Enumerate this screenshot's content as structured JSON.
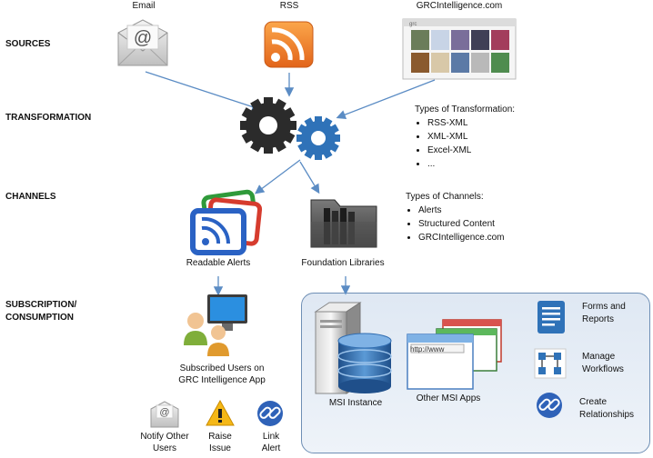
{
  "stages": {
    "sources": "SOURCES",
    "transformation": "TRANSFORMATION",
    "channels": "CHANNELS",
    "subscription_line1": "SUBSCRIPTION/",
    "subscription_line2": "CONSUMPTION"
  },
  "sources": {
    "email": "Email",
    "rss": "RSS",
    "website": "GRCIntelligence.com"
  },
  "transformation_types": {
    "title": "Types of Transformation:",
    "items": [
      "RSS-XML",
      "XML-XML",
      "Excel-XML",
      "..."
    ]
  },
  "channel_types": {
    "title": "Types of Channels:",
    "items": [
      "Alerts",
      "Structured Content",
      "GRCIntelligence.com"
    ]
  },
  "channels": {
    "readable_alerts": "Readable Alerts",
    "foundation_libraries": "Foundation Libraries"
  },
  "consumption": {
    "subscribed_line1": "Subscribed Users on",
    "subscribed_line2": "GRC Intelligence App",
    "actions": [
      {
        "line1": "Notify Other",
        "line2": "Users"
      },
      {
        "line1": "Raise",
        "line2": "Issue"
      },
      {
        "line1": "Link",
        "line2": "Alert"
      }
    ],
    "msi_instance": "MSI Instance",
    "other_msi_apps": "Other MSI Apps",
    "browser_url": "http://www",
    "features": [
      {
        "line1": "Forms and",
        "line2": "Reports"
      },
      {
        "line1": "Manage",
        "line2": "Workflows"
      },
      {
        "line1": "Create",
        "line2": "Relationships"
      }
    ]
  },
  "colors": {
    "arrow": "#5b8cc4",
    "gear_dark": "#2b2b2b",
    "gear_blue": "#2f72b8",
    "rss_orange": "#f07e2a",
    "box_border": "#6f8fb5"
  },
  "icons": [
    "email-icon",
    "rss-icon",
    "website-thumbnail",
    "gear-icon",
    "alerts-icon",
    "library-folder-icon",
    "users-icon",
    "server-icon",
    "database-icon",
    "browser-windows-icon",
    "forms-icon",
    "workflow-icon",
    "link-icon",
    "warning-icon"
  ]
}
